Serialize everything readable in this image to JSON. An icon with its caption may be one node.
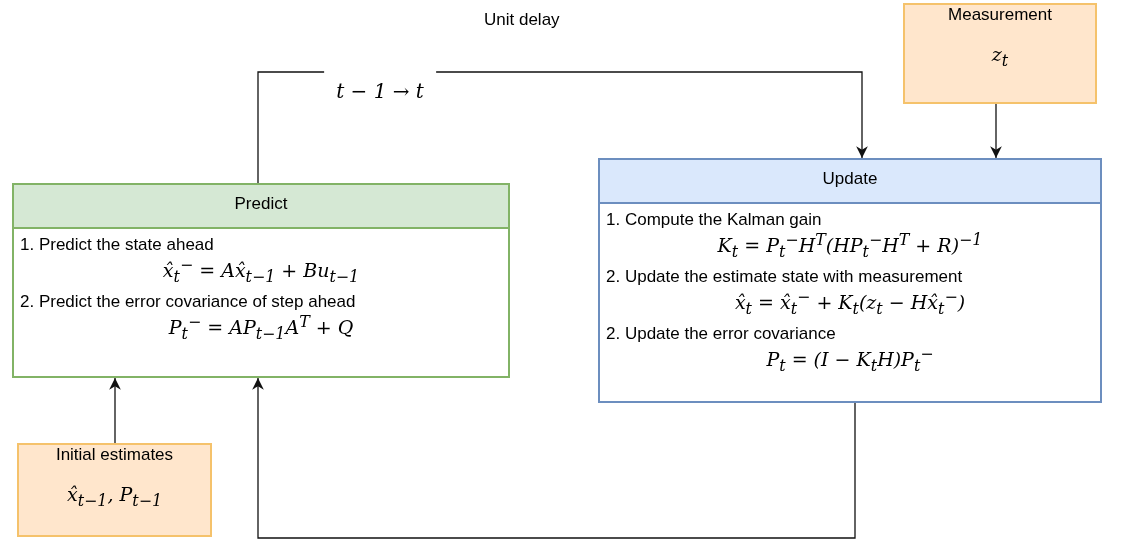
{
  "diagram": {
    "nodes": [
      {
        "text": [
          "Predict",
          "1. Predict the state ahead",
          "x̂$_{t}$$^{−}$ = Ax̂$_{t−1}$ + Bu$_{t−1}$",
          "2. Predict the error covariance of step ahead",
          "P$_{t}$$^{−}$ = AP$_{t−1}$A$^{T}$ + Q"
        ]
      },
      {
        "text": [
          "Update",
          "1. Compute the Kalman gain",
          "K$_{t}$ = P$_{t}$$^{−}$H$^{T}$(HP$_{t}$$^{−}$H$^{T}$ + R)$^{−1}$",
          "2. Update the estimate state with measurement",
          "x̂$_{t}$ = x̂$_{t}$$^{−}$ + K$_{t}$(z$_{t}$ − Hx̂$_{t}$$^{−}$)",
          "2. Update the error covariance",
          "P$_{t}$ = (I − K$_{t}$H)P$_{t}$$^{−}$"
        ]
      },
      {
        "text": [
          "Measurement",
          "z$_{t}$"
        ]
      },
      {
        "text": [
          "Initial estimates",
          "x̂$_{t−1}$, P$_{t−1}$"
        ]
      }
    ],
    "edges": [
      {
        "from": 0,
        "to": 1,
        "arrow": "to",
        "label": "t − 1 → t"
      },
      {
        "from": 1,
        "to": 0,
        "arrow": "to"
      },
      {
        "from": 2,
        "to": 1,
        "arrow": "to"
      },
      {
        "from": 3,
        "to": 0,
        "arrow": "to"
      }
    ],
    "labels": [
      "Unit delay"
    ]
  }
}
